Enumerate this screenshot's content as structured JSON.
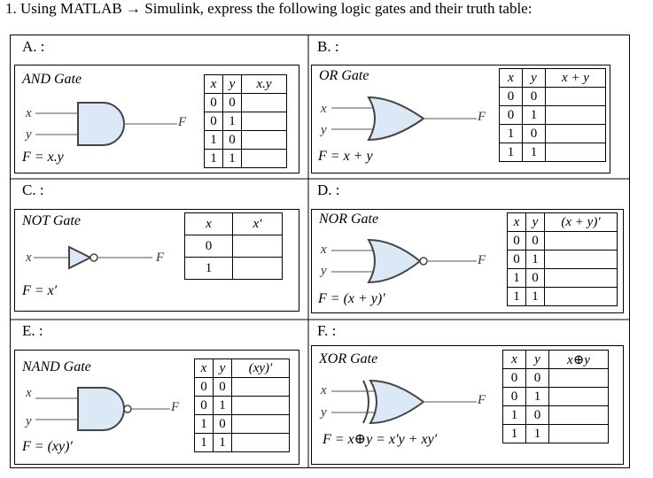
{
  "question": "1. Using MATLAB → Simulink, express the following logic gates and their truth table:",
  "sections": {
    "a": {
      "label": "A. :",
      "gate_name": "AND Gate",
      "equation": "F = x.y",
      "in1": "x",
      "in2": "y",
      "out": "F",
      "headers": [
        "x",
        "y",
        "x.y"
      ],
      "rows": [
        [
          "0",
          "0"
        ],
        [
          "0",
          "1"
        ],
        [
          "1",
          "0"
        ],
        [
          "1",
          "1"
        ]
      ]
    },
    "b": {
      "label": "B. :",
      "gate_name": "OR Gate",
      "equation": "F = x + y",
      "in1": "x",
      "in2": "y",
      "out": "F",
      "headers": [
        "x",
        "y",
        "x + y"
      ],
      "rows": [
        [
          "0",
          "0"
        ],
        [
          "0",
          "1"
        ],
        [
          "1",
          "0"
        ],
        [
          "1",
          "1"
        ]
      ]
    },
    "c": {
      "label": "C. :",
      "gate_name": "NOT Gate",
      "equation": "F = x′",
      "in1": "x",
      "out": "F",
      "headers": [
        "x",
        "x′"
      ],
      "rows": [
        [
          "0"
        ],
        [
          "1"
        ]
      ]
    },
    "d": {
      "label": "D. :",
      "gate_name": "NOR Gate",
      "equation": "F = (x + y)′",
      "in1": "x",
      "in2": "y",
      "out": "F",
      "headers": [
        "x",
        "y",
        "(x + y)′"
      ],
      "rows": [
        [
          "0",
          "0"
        ],
        [
          "0",
          "1"
        ],
        [
          "1",
          "0"
        ],
        [
          "1",
          "1"
        ]
      ]
    },
    "e": {
      "label": "E. :",
      "gate_name": "NAND Gate",
      "equation": "F = (xy)′",
      "in1": "x",
      "in2": "y",
      "out": "F",
      "headers": [
        "x",
        "y",
        "(xy)′"
      ],
      "rows": [
        [
          "0",
          "0"
        ],
        [
          "0",
          "1"
        ],
        [
          "1",
          "0"
        ],
        [
          "1",
          "1"
        ]
      ]
    },
    "f": {
      "label": "F. :",
      "gate_name": "XOR Gate",
      "equation": "F = x⊕y = x′y + xy′",
      "in1": "x",
      "in2": "y",
      "out": "F",
      "headers": [
        "x",
        "y",
        "x⊕y"
      ],
      "rows": [
        [
          "0",
          "0"
        ],
        [
          "0",
          "1"
        ],
        [
          "1",
          "0"
        ],
        [
          "1",
          "1"
        ]
      ]
    }
  },
  "colors": {
    "gate_fill": "#dbe9f6",
    "gate_stroke": "#4a4a4a"
  }
}
